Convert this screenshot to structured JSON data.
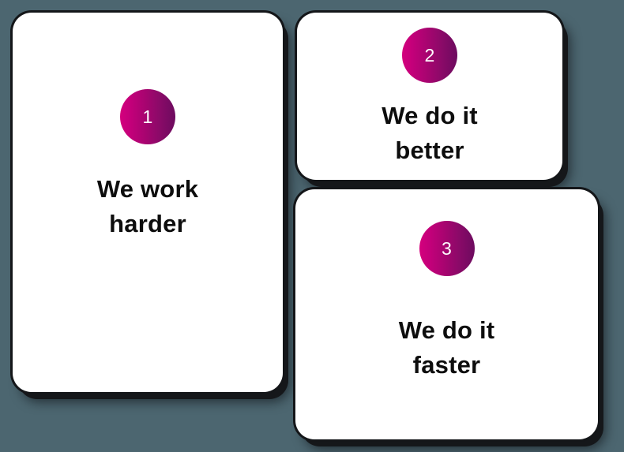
{
  "page": {
    "background_color": "#4c6670",
    "card_background": "#ffffff",
    "text_color": "#0d0d0d",
    "badge_gradient_from": "#d4007d",
    "badge_gradient_to": "#6d0b5f",
    "badge_text_color": "#ffffff",
    "shadow_color": "#15171a"
  },
  "cards": [
    {
      "badge_number": "1",
      "title": "We work\nharder"
    },
    {
      "badge_number": "2",
      "title": "We do it\nbetter"
    },
    {
      "badge_number": "3",
      "title": "We do it\nfaster"
    }
  ]
}
